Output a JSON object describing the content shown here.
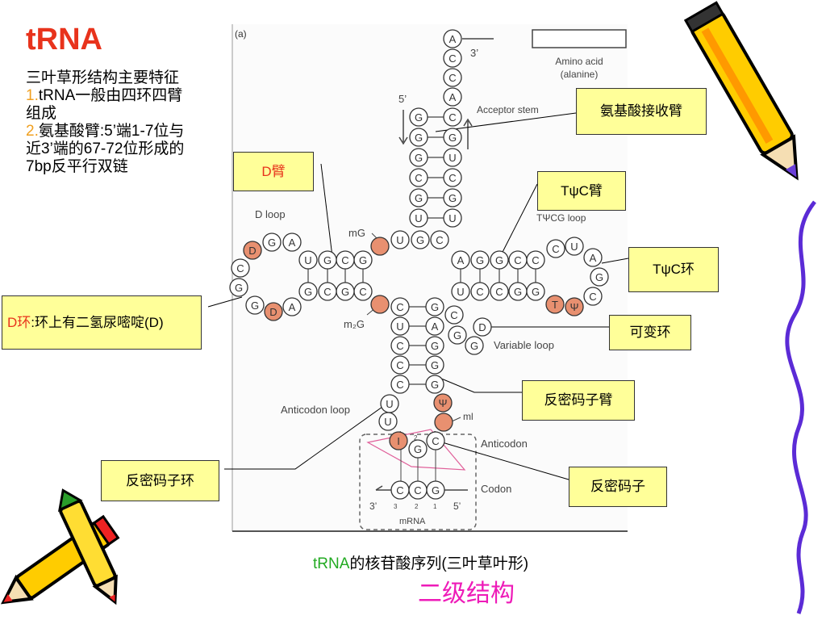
{
  "heading": {
    "title": "tRNA",
    "subtitle": "三叶草形结构主要特征",
    "point1_num": "1.",
    "point1_text": "tRNA一般由四环四臂组成",
    "point2_num": "2.",
    "point2_text": "氨基酸臂:5’端1-7位与近3’端的67-72位形成的7bp反平行双链"
  },
  "figure": {
    "panel_label": "(a)",
    "amino_acid_label": "Amino acid",
    "amino_acid_name": "(alanine)",
    "end3": "3’",
    "end5": "5’",
    "acceptor_stem": "Acceptor stem",
    "d_loop": "D loop",
    "tpsicg_loop": "TΨCG loop",
    "mG": "mG",
    "m2G": "m₂G",
    "variable_loop": "Variable loop",
    "anticodon_loop": "Anticodon loop",
    "anticodon": "Anticodon",
    "codon": "Codon",
    "mrna": "mRNA",
    "ml": "ml",
    "mrna_3": "3’",
    "mrna_5": "5’",
    "num_label": [
      "1",
      "2",
      "3"
    ]
  },
  "callouts": {
    "acceptor_arm": "氨基酸接收臂",
    "d_arm": "D臂",
    "tpsic_arm": "TψC臂",
    "tpsic_loop": "TψC环",
    "d_loop_prefix": "D环",
    "d_loop_text": ":环上有二氢尿嘧啶(D)",
    "variable_loop": "可变环",
    "anticodon_arm": "反密码子臂",
    "anticodon_loop": "反密码子环",
    "anticodon": "反密码子"
  },
  "caption": {
    "trna": "tRNA",
    "line1_rest": "的核苷酸序列(三叶草叶形)",
    "line2": "二级结构"
  },
  "colors": {
    "title": "#e8331c",
    "callout_fill": "#ffff99",
    "modified_nucleotide": "#e89070",
    "caption2": "#ee1bb8",
    "border_wave": "#5b2bd6"
  }
}
